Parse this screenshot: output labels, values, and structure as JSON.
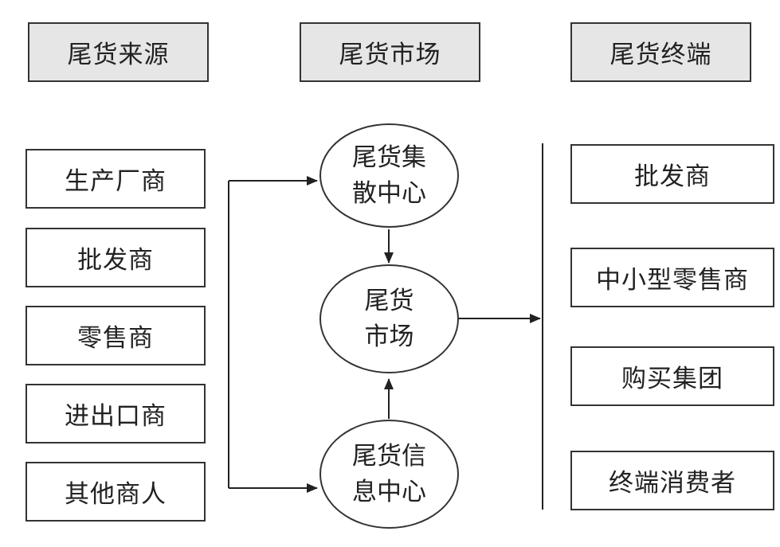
{
  "headers": {
    "source": "尾货来源",
    "market": "尾货市场",
    "terminal": "尾货终端"
  },
  "sources": [
    "生产厂商",
    "批发商",
    "零售商",
    "进出口商",
    "其他商人"
  ],
  "center": {
    "hub_line1": "尾货集",
    "hub_line2": "散中心",
    "market_line1": "尾货",
    "market_line2": "市场",
    "info_line1": "尾货信",
    "info_line2": "息中心"
  },
  "terminals": [
    "批发商",
    "中小型零售商",
    "购买集团",
    "终端消费者"
  ]
}
